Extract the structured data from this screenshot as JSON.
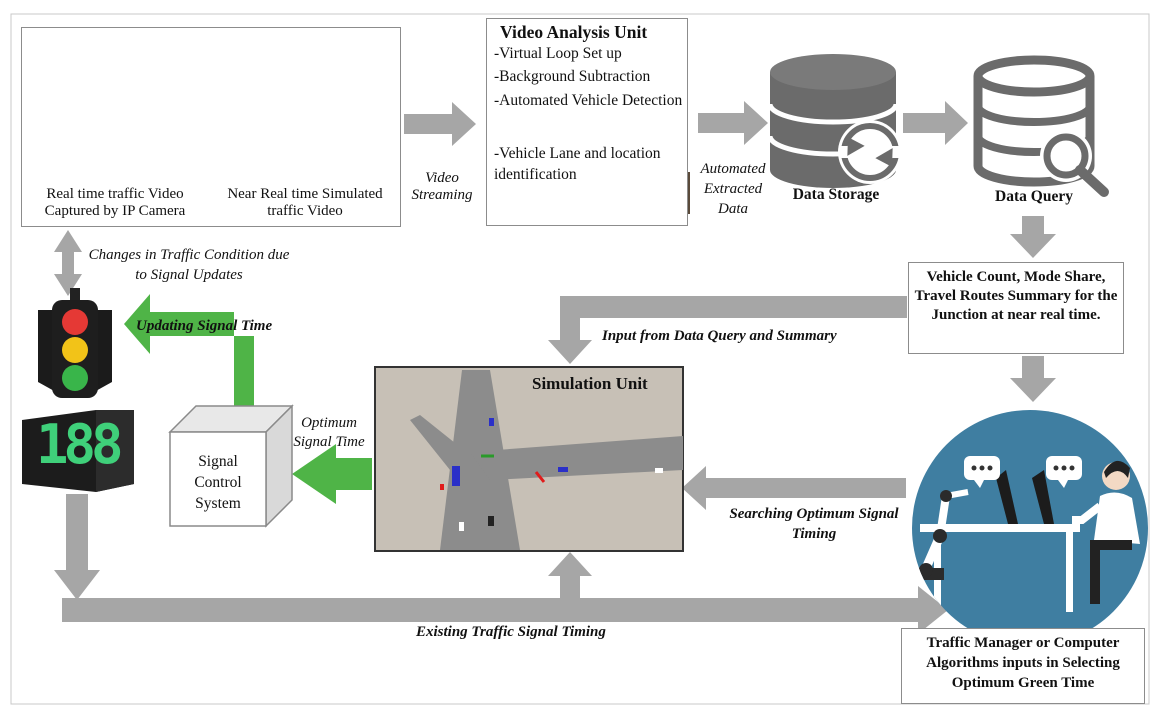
{
  "camera_caption": "Real time traffic Video Captured by IP Camera",
  "sim_video_caption": "Near Real time Simulated traffic Video",
  "video_streaming_label": "Video Streaming",
  "video_analysis": {
    "title": "Video Analysis Unit",
    "items": [
      "-Virtual Loop Set up",
      "-Background Subtraction",
      "-Automated Vehicle Detection",
      "-Vehicle Lane and location identification"
    ]
  },
  "extracted_data_label": "Automated Extracted Data",
  "data_storage_label": "Data Storage",
  "data_query_label": "Data Query",
  "summary_box_text": "Vehicle Count, Mode Share, Travel Routes Summary for the Junction at near real time.",
  "changes_label": "Changes in Traffic Condition due to Signal Updates",
  "updating_signal_label": "Updating Signal Time",
  "input_from_query_label": "Input from Data Query and Summary",
  "simulation_unit_title": "Simulation Unit",
  "optimum_signal_label": "Optimum Signal Time",
  "signal_control_label": "Signal Control System",
  "countdown_display": "188",
  "searching_label": "Searching Optimum Signal Timing",
  "existing_timing_label": "Existing Traffic Signal Timing",
  "manager_box_text": "Traffic Manager or Computer Algorithms inputs in Selecting Optimum Green Time",
  "icons": [
    "ip-camera-icon",
    "magnifier-film-icon",
    "database-sync-icon",
    "database-search-icon",
    "traffic-light-icon",
    "countdown-display-icon",
    "signal-control-cube-icon",
    "traffic-manager-robot-icon"
  ],
  "colors": {
    "arrow_gray": "#a6a6a6",
    "arrow_green": "#4fb447",
    "operator_circle": "#3f7ea1",
    "light_red": "#e53935",
    "light_yellow": "#f2c318",
    "light_green": "#39b54a",
    "countdown_digits": "#3fd07a"
  }
}
